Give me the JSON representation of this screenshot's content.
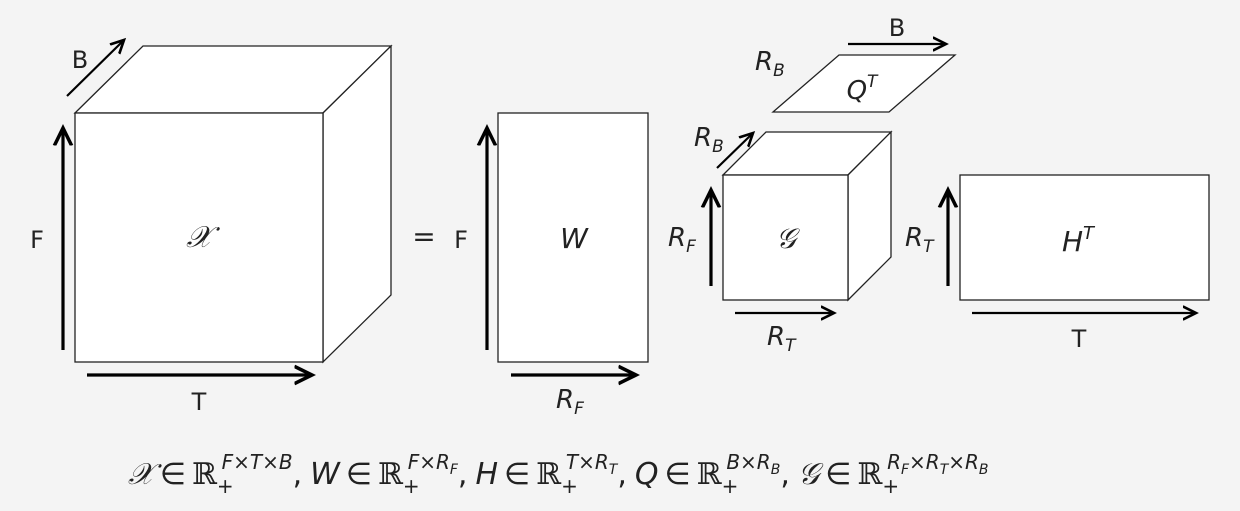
{
  "colors": {
    "background": "#f4f4f4",
    "box_fill": "#ffffff",
    "stroke": "#222222"
  },
  "tensor_x": {
    "symbol": "𝒳",
    "depth_label": "B",
    "height_label": "F",
    "width_label": "T"
  },
  "equals": "=",
  "matrix_w": {
    "symbol": "W",
    "height_label": "F",
    "width_label_base": "R",
    "width_label_sub": "F"
  },
  "matrix_q": {
    "symbol_base": "Q",
    "symbol_sup": "T",
    "width_label": "B",
    "depth_label_base": "R",
    "depth_label_sub": "B"
  },
  "core_g": {
    "symbol": "𝒢",
    "depth_label_base": "R",
    "depth_label_sub": "B",
    "height_label_base": "R",
    "height_label_sub": "F",
    "width_label_base": "R",
    "width_label_sub": "T"
  },
  "matrix_h": {
    "symbol_base": "H",
    "symbol_sup": "T",
    "height_label_base": "R",
    "height_label_sub": "T",
    "width_label": "T"
  },
  "formula": {
    "x": {
      "sym": "𝒳",
      "in": "∈",
      "field": "ℝ",
      "sub": "+",
      "sup": "F×T×B",
      "sep": ","
    },
    "w": {
      "sym": "W",
      "in": "∈",
      "field": "ℝ",
      "sub": "+",
      "sup_a": "F×R",
      "sup_sub": "F",
      "sep": ","
    },
    "h": {
      "sym": "H",
      "in": "∈",
      "field": "ℝ",
      "sub": "+",
      "sup_a": "T×R",
      "sup_sub": "T",
      "sep": ","
    },
    "q": {
      "sym": "Q",
      "in": "∈",
      "field": "ℝ",
      "sub": "+",
      "sup_a": "B×R",
      "sup_sub": "B",
      "sep": ","
    },
    "g": {
      "sym": "𝒢",
      "in": "∈",
      "field": "ℝ",
      "sub": "+",
      "r1": "R",
      "s1": "F",
      "x1": "×R",
      "s2": "T",
      "x2": "×R",
      "s3": "B"
    }
  }
}
